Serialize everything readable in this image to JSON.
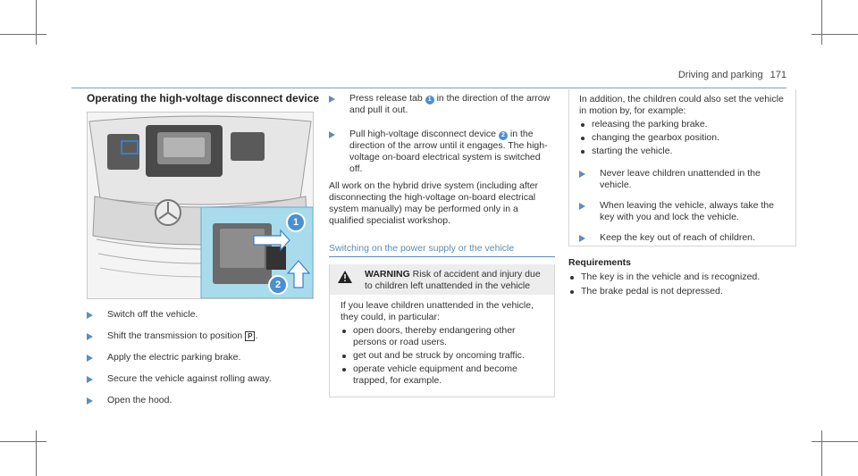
{
  "header": {
    "section": "Driving and parking",
    "page_number": "171"
  },
  "left_column": {
    "title": "Operating the high-voltage disconnect device",
    "figure": {
      "callouts": [
        "1",
        "2"
      ]
    },
    "steps": [
      {
        "text": "Switch off the vehicle."
      },
      {
        "text_before": "Shift the transmission to position",
        "gear": "P",
        "text_after": "."
      },
      {
        "text": "Apply the electric parking brake."
      },
      {
        "text": "Secure the vehicle against rolling away."
      },
      {
        "text": "Open the hood."
      }
    ]
  },
  "middle_column": {
    "steps": [
      {
        "before": "Press release tab",
        "callout": "1",
        "after": "in the direction of the arrow and pull it out."
      },
      {
        "before": "Pull high-voltage disconnect device",
        "callout": "2",
        "after": "in the direction of the arrow until it engages. The high-voltage on-board electrical system is switched off."
      }
    ],
    "paragraph": "All work on the hybrid drive system (including after disconnecting the high-voltage on-board electrical system manually) may be performed only in a qualified specialist workshop.",
    "subheading": "Switching on the power supply or the vehicle",
    "warning": {
      "label": "WARNING",
      "headline": "Risk of accident and injury due to children left unattended in the vehicle",
      "intro": "If you leave children unattended in the vehicle, they could, in particular:",
      "items": [
        "open doors, thereby endangering other persons or road users.",
        "get out and be struck by oncoming traffic.",
        "operate vehicle equipment and become trapped, for example."
      ]
    }
  },
  "right_column": {
    "intro": "In addition, the children could also set the vehicle in motion by, for example:",
    "items": [
      "releasing the parking brake.",
      "changing the gearbox position.",
      "starting the vehicle."
    ],
    "steps": [
      "Never leave children unattended in the vehicle.",
      "When leaving the vehicle, always take the key with you and lock the vehicle.",
      "Keep the key out of reach of children."
    ],
    "requirements_title": "Requirements",
    "requirements": [
      "The key is in the vehicle and is recognized.",
      "The brake pedal is not depressed."
    ]
  },
  "colors": {
    "accent": "#5c8db7",
    "callout": "#4b8fd0",
    "inset_bg": "#a8dcec",
    "warning_bar": "#ededed"
  }
}
